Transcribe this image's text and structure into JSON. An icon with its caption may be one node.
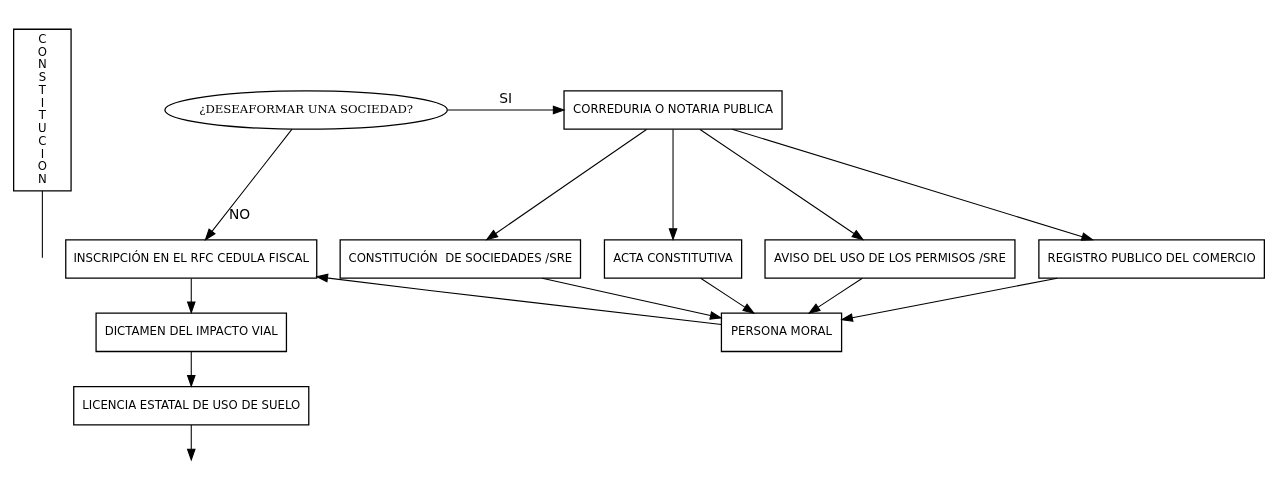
{
  "diagram": {
    "nodes": [
      {
        "text": [
          "CONSTITUCION"
        ]
      },
      {
        "text": [
          "¿DESEAFORMAR UNA SOCIEDAD?"
        ]
      },
      {
        "text": [
          "CORREDURIA O NOTARIA PUBLICA"
        ]
      },
      {
        "text": [
          "CONSTITUCIÓN  DE SOCIEDADES /SRE"
        ]
      },
      {
        "text": [
          "ACTA CONSTITUTIVA"
        ]
      },
      {
        "text": [
          "AVISO DEL USO DE LOS PERMISOS /SRE"
        ]
      },
      {
        "text": [
          "REGISTRO PUBLICO DEL COMERCIO"
        ]
      },
      {
        "text": [
          "PERSONA MORAL"
        ]
      },
      {
        "text": [
          "INSCRIPCIÓN EN EL RFC CEDULA FISCAL"
        ]
      },
      {
        "text": [
          "DICTAMEN DEL IMPACTO VIAL"
        ]
      },
      {
        "text": [
          "LICENCIA ESTATAL DE USO DE SUELO"
        ]
      }
    ],
    "edges": [
      {
        "from": 1,
        "to": 2,
        "arrow": "to",
        "label": "SI"
      },
      {
        "from": 1,
        "to": 8,
        "arrow": "to",
        "label": "NO"
      },
      {
        "from": 2,
        "to": 3,
        "arrow": "to"
      },
      {
        "from": 2,
        "to": 4,
        "arrow": "to"
      },
      {
        "from": 2,
        "to": 5,
        "arrow": "to"
      },
      {
        "from": 2,
        "to": 6,
        "arrow": "to"
      },
      {
        "from": 3,
        "to": 7,
        "arrow": "to"
      },
      {
        "from": 4,
        "to": 7,
        "arrow": "to"
      },
      {
        "from": 5,
        "to": 7,
        "arrow": "to"
      },
      {
        "from": 6,
        "to": 7,
        "arrow": "to"
      },
      {
        "from": 7,
        "to": 8,
        "arrow": "to"
      },
      {
        "from": 8,
        "to": 9,
        "arrow": "to"
      },
      {
        "from": 9,
        "to": 10,
        "arrow": "to"
      },
      {
        "from": 10,
        "to": null,
        "arrow": "to"
      },
      {
        "from": 0,
        "to": null,
        "arrow": "none"
      }
    ]
  }
}
